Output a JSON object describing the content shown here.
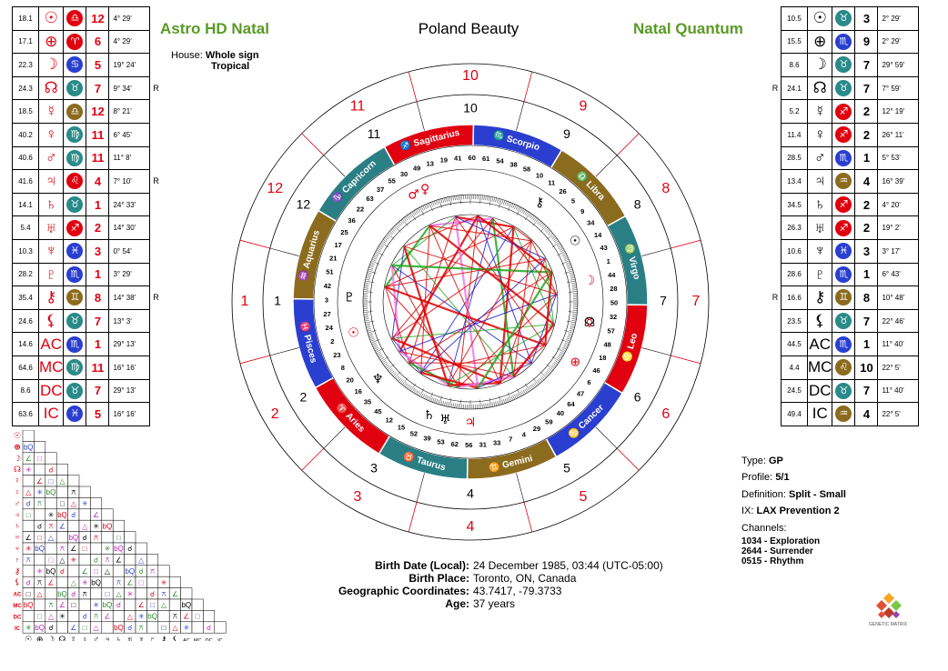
{
  "header": {
    "left_title": "Astro HD Natal",
    "right_title": "Natal Quantum",
    "chart_title": "Poland Beauty",
    "house_label": "House:",
    "house_value": "Whole sign",
    "zodiac_value": "Tropical"
  },
  "left_table": [
    {
      "v": "18.1",
      "sym": "☉",
      "gate_color": "#e0000f",
      "gate_icon": "♎",
      "line": "12",
      "deg": "4° 29'",
      "retro": ""
    },
    {
      "v": "17.1",
      "sym": "⊕",
      "gate_color": "#e0000f",
      "gate_icon": "♈",
      "line": "6",
      "deg": "4° 29'",
      "retro": ""
    },
    {
      "v": "22.3",
      "sym": "☽",
      "gate_color": "#2a3fd0",
      "gate_icon": "♋",
      "line": "5",
      "deg": "19° 24'",
      "retro": ""
    },
    {
      "v": "24.3",
      "sym": "☊",
      "gate_color": "#2a8a8a",
      "gate_icon": "♉",
      "line": "7",
      "deg": "9° 34'",
      "retro": "R"
    },
    {
      "v": "18.5",
      "sym": "☿",
      "gate_color": "#8b6b1e",
      "gate_icon": "♎",
      "line": "12",
      "deg": "8° 21'",
      "retro": ""
    },
    {
      "v": "40.2",
      "sym": "♀",
      "gate_color": "#2a8a8a",
      "gate_icon": "♍",
      "line": "11",
      "deg": "6° 45'",
      "retro": ""
    },
    {
      "v": "40.6",
      "sym": "♂",
      "gate_color": "#2a8a8a",
      "gate_icon": "♍",
      "line": "11",
      "deg": "11° 8'",
      "retro": ""
    },
    {
      "v": "41.6",
      "sym": "♃",
      "gate_color": "#e0000f",
      "gate_icon": "♌",
      "line": "4",
      "deg": "7° 10'",
      "retro": "R"
    },
    {
      "v": "14.1",
      "sym": "♄",
      "gate_color": "#2a8a8a",
      "gate_icon": "♉",
      "line": "1",
      "deg": "24° 33'",
      "retro": ""
    },
    {
      "v": "5.4",
      "sym": "♅",
      "gate_color": "#e0000f",
      "gate_icon": "♐",
      "line": "2",
      "deg": "14° 30'",
      "retro": ""
    },
    {
      "v": "10.3",
      "sym": "♆",
      "gate_color": "#2a3fd0",
      "gate_icon": "♓",
      "line": "3",
      "deg": "0° 54'",
      "retro": ""
    },
    {
      "v": "28.2",
      "sym": "♇",
      "gate_color": "#2a3fd0",
      "gate_icon": "♏",
      "line": "1",
      "deg": "3° 29'",
      "retro": ""
    },
    {
      "v": "35.4",
      "sym": "⚷",
      "gate_color": "#8b6b1e",
      "gate_icon": "♊",
      "line": "8",
      "deg": "14° 38'",
      "retro": "R"
    },
    {
      "v": "24.6",
      "sym": "⚸",
      "gate_color": "#2a8a8a",
      "gate_icon": "♉",
      "line": "7",
      "deg": "13° 3'",
      "retro": ""
    },
    {
      "v": "14.6",
      "sym": "AC",
      "gate_color": "#2a3fd0",
      "gate_icon": "♏",
      "line": "1",
      "deg": "29° 13'",
      "retro": ""
    },
    {
      "v": "64.6",
      "sym": "MC",
      "gate_color": "#2a8a8a",
      "gate_icon": "♍",
      "line": "11",
      "deg": "16° 16'",
      "retro": ""
    },
    {
      "v": "8.6",
      "sym": "DC",
      "gate_color": "#2a8a8a",
      "gate_icon": "♉",
      "line": "7",
      "deg": "29° 13'",
      "retro": ""
    },
    {
      "v": "63.6",
      "sym": "IC",
      "gate_color": "#2a3fd0",
      "gate_icon": "♓",
      "line": "5",
      "deg": "16° 16'",
      "retro": ""
    }
  ],
  "right_table": [
    {
      "retro": "",
      "v": "10.5",
      "sym": "☉",
      "gate_color": "#2a8a8a",
      "gate_icon": "♉",
      "line": "3",
      "deg": "2° 29'"
    },
    {
      "retro": "",
      "v": "15.5",
      "sym": "⊕",
      "gate_color": "#2a3fd0",
      "gate_icon": "♏",
      "line": "9",
      "deg": "2° 29'"
    },
    {
      "retro": "",
      "v": "8.6",
      "sym": "☽",
      "gate_color": "#2a8a8a",
      "gate_icon": "♉",
      "line": "7",
      "deg": "29° 59'"
    },
    {
      "retro": "R",
      "v": "24.1",
      "sym": "☊",
      "gate_color": "#2a8a8a",
      "gate_icon": "♉",
      "line": "7",
      "deg": "7° 59'"
    },
    {
      "retro": "",
      "v": "5.2",
      "sym": "☿",
      "gate_color": "#e0000f",
      "gate_icon": "♐",
      "line": "2",
      "deg": "12° 19'"
    },
    {
      "retro": "",
      "v": "11.4",
      "sym": "♀",
      "gate_color": "#e0000f",
      "gate_icon": "♐",
      "line": "2",
      "deg": "26° 11'"
    },
    {
      "retro": "",
      "v": "28.5",
      "sym": "♂",
      "gate_color": "#2a3fd0",
      "gate_icon": "♏",
      "line": "1",
      "deg": "5° 53'"
    },
    {
      "retro": "",
      "v": "13.4",
      "sym": "♃",
      "gate_color": "#8b6b1e",
      "gate_icon": "♒",
      "line": "4",
      "deg": "16° 39'"
    },
    {
      "retro": "",
      "v": "34.5",
      "sym": "♄",
      "gate_color": "#e0000f",
      "gate_icon": "♐",
      "line": "2",
      "deg": "4° 20'"
    },
    {
      "retro": "",
      "v": "26.3",
      "sym": "♅",
      "gate_color": "#e0000f",
      "gate_icon": "♐",
      "line": "2",
      "deg": "19° 2'"
    },
    {
      "retro": "",
      "v": "10.6",
      "sym": "♆",
      "gate_color": "#2a3fd0",
      "gate_icon": "♓",
      "line": "3",
      "deg": "3° 17'"
    },
    {
      "retro": "",
      "v": "28.6",
      "sym": "♇",
      "gate_color": "#2a3fd0",
      "gate_icon": "♏",
      "line": "1",
      "deg": "6° 43'"
    },
    {
      "retro": "R",
      "v": "16.6",
      "sym": "⚷",
      "gate_color": "#8b6b1e",
      "gate_icon": "♊",
      "line": "8",
      "deg": "10° 48'"
    },
    {
      "retro": "",
      "v": "23.5",
      "sym": "⚸",
      "gate_color": "#2a8a8a",
      "gate_icon": "♉",
      "line": "7",
      "deg": "22° 46'"
    },
    {
      "retro": "",
      "v": "44.5",
      "sym": "AC",
      "gate_color": "#2a3fd0",
      "gate_icon": "♏",
      "line": "1",
      "deg": "11° 40'"
    },
    {
      "retro": "",
      "v": "4.4",
      "sym": "MC",
      "gate_color": "#8b6b1e",
      "gate_icon": "♌",
      "line": "10",
      "deg": "22° 5'"
    },
    {
      "retro": "",
      "v": "24.5",
      "sym": "DC",
      "gate_color": "#2a8a8a",
      "gate_icon": "♉",
      "line": "7",
      "deg": "11° 40'"
    },
    {
      "retro": "",
      "v": "49.4",
      "sym": "IC",
      "gate_color": "#8b6b1e",
      "gate_icon": "♒",
      "line": "4",
      "deg": "22° 5'"
    }
  ],
  "wheel": {
    "signs": [
      {
        "name": "Aries",
        "glyph": "♈",
        "color": "#e0000f"
      },
      {
        "name": "Taurus",
        "glyph": "♉",
        "color": "#2a7f85"
      },
      {
        "name": "Gemini",
        "glyph": "♊",
        "color": "#8b6b1e"
      },
      {
        "name": "Cancer",
        "glyph": "♋",
        "color": "#2a3fd0"
      },
      {
        "name": "Leo",
        "glyph": "♌",
        "color": "#e0000f"
      },
      {
        "name": "Virgo",
        "glyph": "♍",
        "color": "#2a7f85"
      },
      {
        "name": "Libra",
        "glyph": "♎",
        "color": "#8b6b1e"
      },
      {
        "name": "Scorpio",
        "glyph": "♏",
        "color": "#2a3fd0"
      },
      {
        "name": "Sagittarius",
        "glyph": "♐",
        "color": "#e0000f"
      },
      {
        "name": "Capricorn",
        "glyph": "♑",
        "color": "#2a7f85"
      },
      {
        "name": "Aquarius",
        "glyph": "♒",
        "color": "#8b6b1e"
      },
      {
        "name": "Pisces",
        "glyph": "♓",
        "color": "#2a3fd0"
      }
    ],
    "outer_houses": [
      "1",
      "2",
      "3",
      "4",
      "5",
      "6",
      "7",
      "8",
      "9",
      "10",
      "11",
      "12"
    ],
    "inner_houses": [
      "1",
      "2",
      "3",
      "4",
      "5",
      "6",
      "7",
      "8",
      "9",
      "10",
      "11",
      "12"
    ],
    "gate_numbers": [
      "41",
      "19",
      "13",
      "49",
      "30",
      "55",
      "37",
      "63",
      "22",
      "36",
      "25",
      "17",
      "21",
      "51",
      "42",
      "3",
      "27",
      "24",
      "2",
      "23",
      "8",
      "20",
      "16",
      "35",
      "45",
      "12",
      "15",
      "52",
      "39",
      "53",
      "62",
      "56",
      "31",
      "33",
      "7",
      "4",
      "29",
      "59",
      "40",
      "64",
      "47",
      "6",
      "46",
      "18",
      "48",
      "57",
      "32",
      "50",
      "28",
      "44",
      "1",
      "43",
      "14",
      "34",
      "9",
      "5",
      "26",
      "11",
      "10",
      "58",
      "38",
      "54",
      "61",
      "60"
    ]
  },
  "birth": {
    "date_label": "Birth Date (Local):",
    "date_value": "24 December 1985, 03:44 (UTC-05:00)",
    "place_label": "Birth Place:",
    "place_value": "Toronto, ON, Canada",
    "coords_label": "Geographic Coordinates:",
    "coords_value": "43.7417, -79.3733",
    "age_label": "Age:",
    "age_value": "37 years"
  },
  "info": {
    "type_label": "Type:",
    "type_value": "GP",
    "profile_label": "Profile:",
    "profile_value": "5/1",
    "definition_label": "Definition:",
    "definition_value": "Split - Small",
    "ix_label": "IX:",
    "ix_value": "LAX Prevention 2",
    "channels_label": "Channels:",
    "channels": [
      "1034 - Exploration",
      "2644 - Surrender",
      "0515 - Rhythm"
    ]
  },
  "grid_labels": [
    "☉",
    "⊕",
    "☽",
    "☊",
    "☿",
    "♀",
    "♂",
    "♃",
    "♄",
    "♅",
    "♆",
    "♇",
    "⚷",
    "⚸",
    "AC",
    "MC",
    "DC",
    "IC"
  ],
  "logo_text": "GENETIC MATRIX",
  "colors": {
    "accent_green": "#5a9a25",
    "red": "#e0000f",
    "blue": "#2a3fd0",
    "teal": "#2a7f85",
    "brown": "#8b6b1e"
  }
}
